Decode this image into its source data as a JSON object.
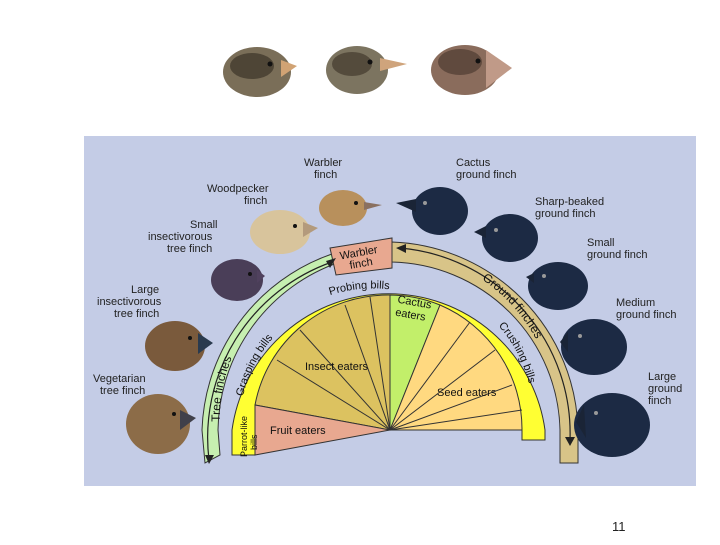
{
  "slide_number": "11",
  "diagram": {
    "bands": {
      "tree_finches": "Tree finches",
      "ground_finches": "Ground finches",
      "warbler_finch": [
        "Warbler",
        "finch"
      ]
    },
    "bill_types": {
      "grasping": "Grasping bills",
      "probing": "Probing bills",
      "crushing": "Crushing bills",
      "parrot_like": [
        "Parrot-like",
        "bills"
      ]
    },
    "diets": {
      "cactus": [
        "Cactus",
        "eaters"
      ],
      "insect": "Insect eaters",
      "seed": "Seed eaters",
      "fruit": "Fruit eaters"
    },
    "finch_labels": {
      "warbler": [
        "Warbler",
        "finch"
      ],
      "woodpecker": [
        "Woodpecker",
        "finch"
      ],
      "small_insectivorous": [
        "Small",
        "insectivorous",
        "tree finch"
      ],
      "large_insectivorous": [
        "Large",
        "insectivorous",
        "tree finch"
      ],
      "vegetarian": [
        "Vegetarian",
        "tree finch"
      ],
      "cactus_ground": [
        "Cactus",
        "ground finch"
      ],
      "sharp_beaked": [
        "Sharp-beaked",
        "ground finch"
      ],
      "small_ground": [
        "Small",
        "ground finch"
      ],
      "medium_ground": [
        "Medium",
        "ground finch"
      ],
      "large_ground": [
        "Large",
        "ground",
        "finch"
      ]
    },
    "colors": {
      "panel": "#c4cce6",
      "tree_band": "#c6efb0",
      "ground_band": "#d8c488",
      "bill_ring": "#ffff33",
      "insect_sector": "#dcc260",
      "cactus_sector": "#c2ef6a",
      "seed_sector": "#ffd980",
      "fruit_sector": "#e8a890",
      "warbler_box": "#e8a890",
      "dark_finch": "#1c2a44",
      "light_finch": "#b8905c"
    }
  }
}
